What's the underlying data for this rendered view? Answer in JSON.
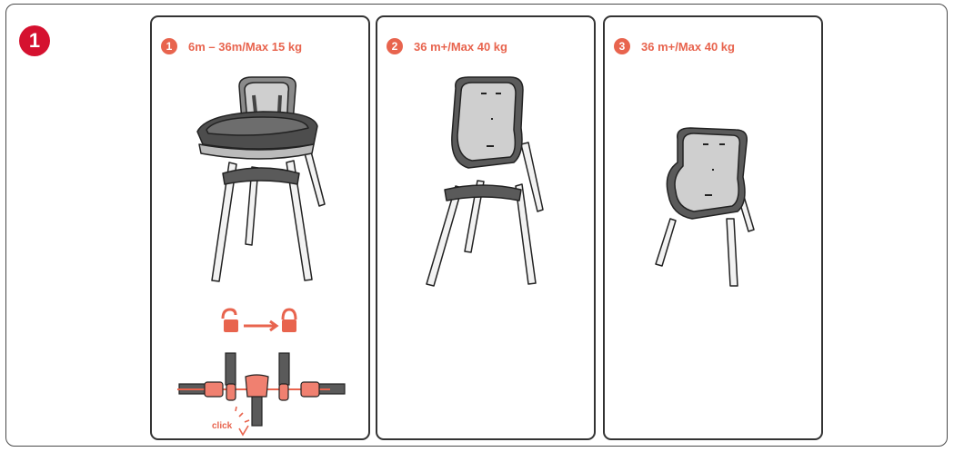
{
  "step": {
    "number": "1"
  },
  "panels": [
    {
      "number": "1",
      "label": "6m – 36m/Max 15 kg"
    },
    {
      "number": "2",
      "label": "36 m+/Max 40 kg"
    },
    {
      "number": "3",
      "label": "36 m+/Max 40 kg"
    }
  ],
  "harness": {
    "click_label": "click"
  },
  "colors": {
    "step_badge": "#d5112f",
    "accent": "#e8644e",
    "seat": "#cfcfcf",
    "dark": "#4d4d4d"
  }
}
